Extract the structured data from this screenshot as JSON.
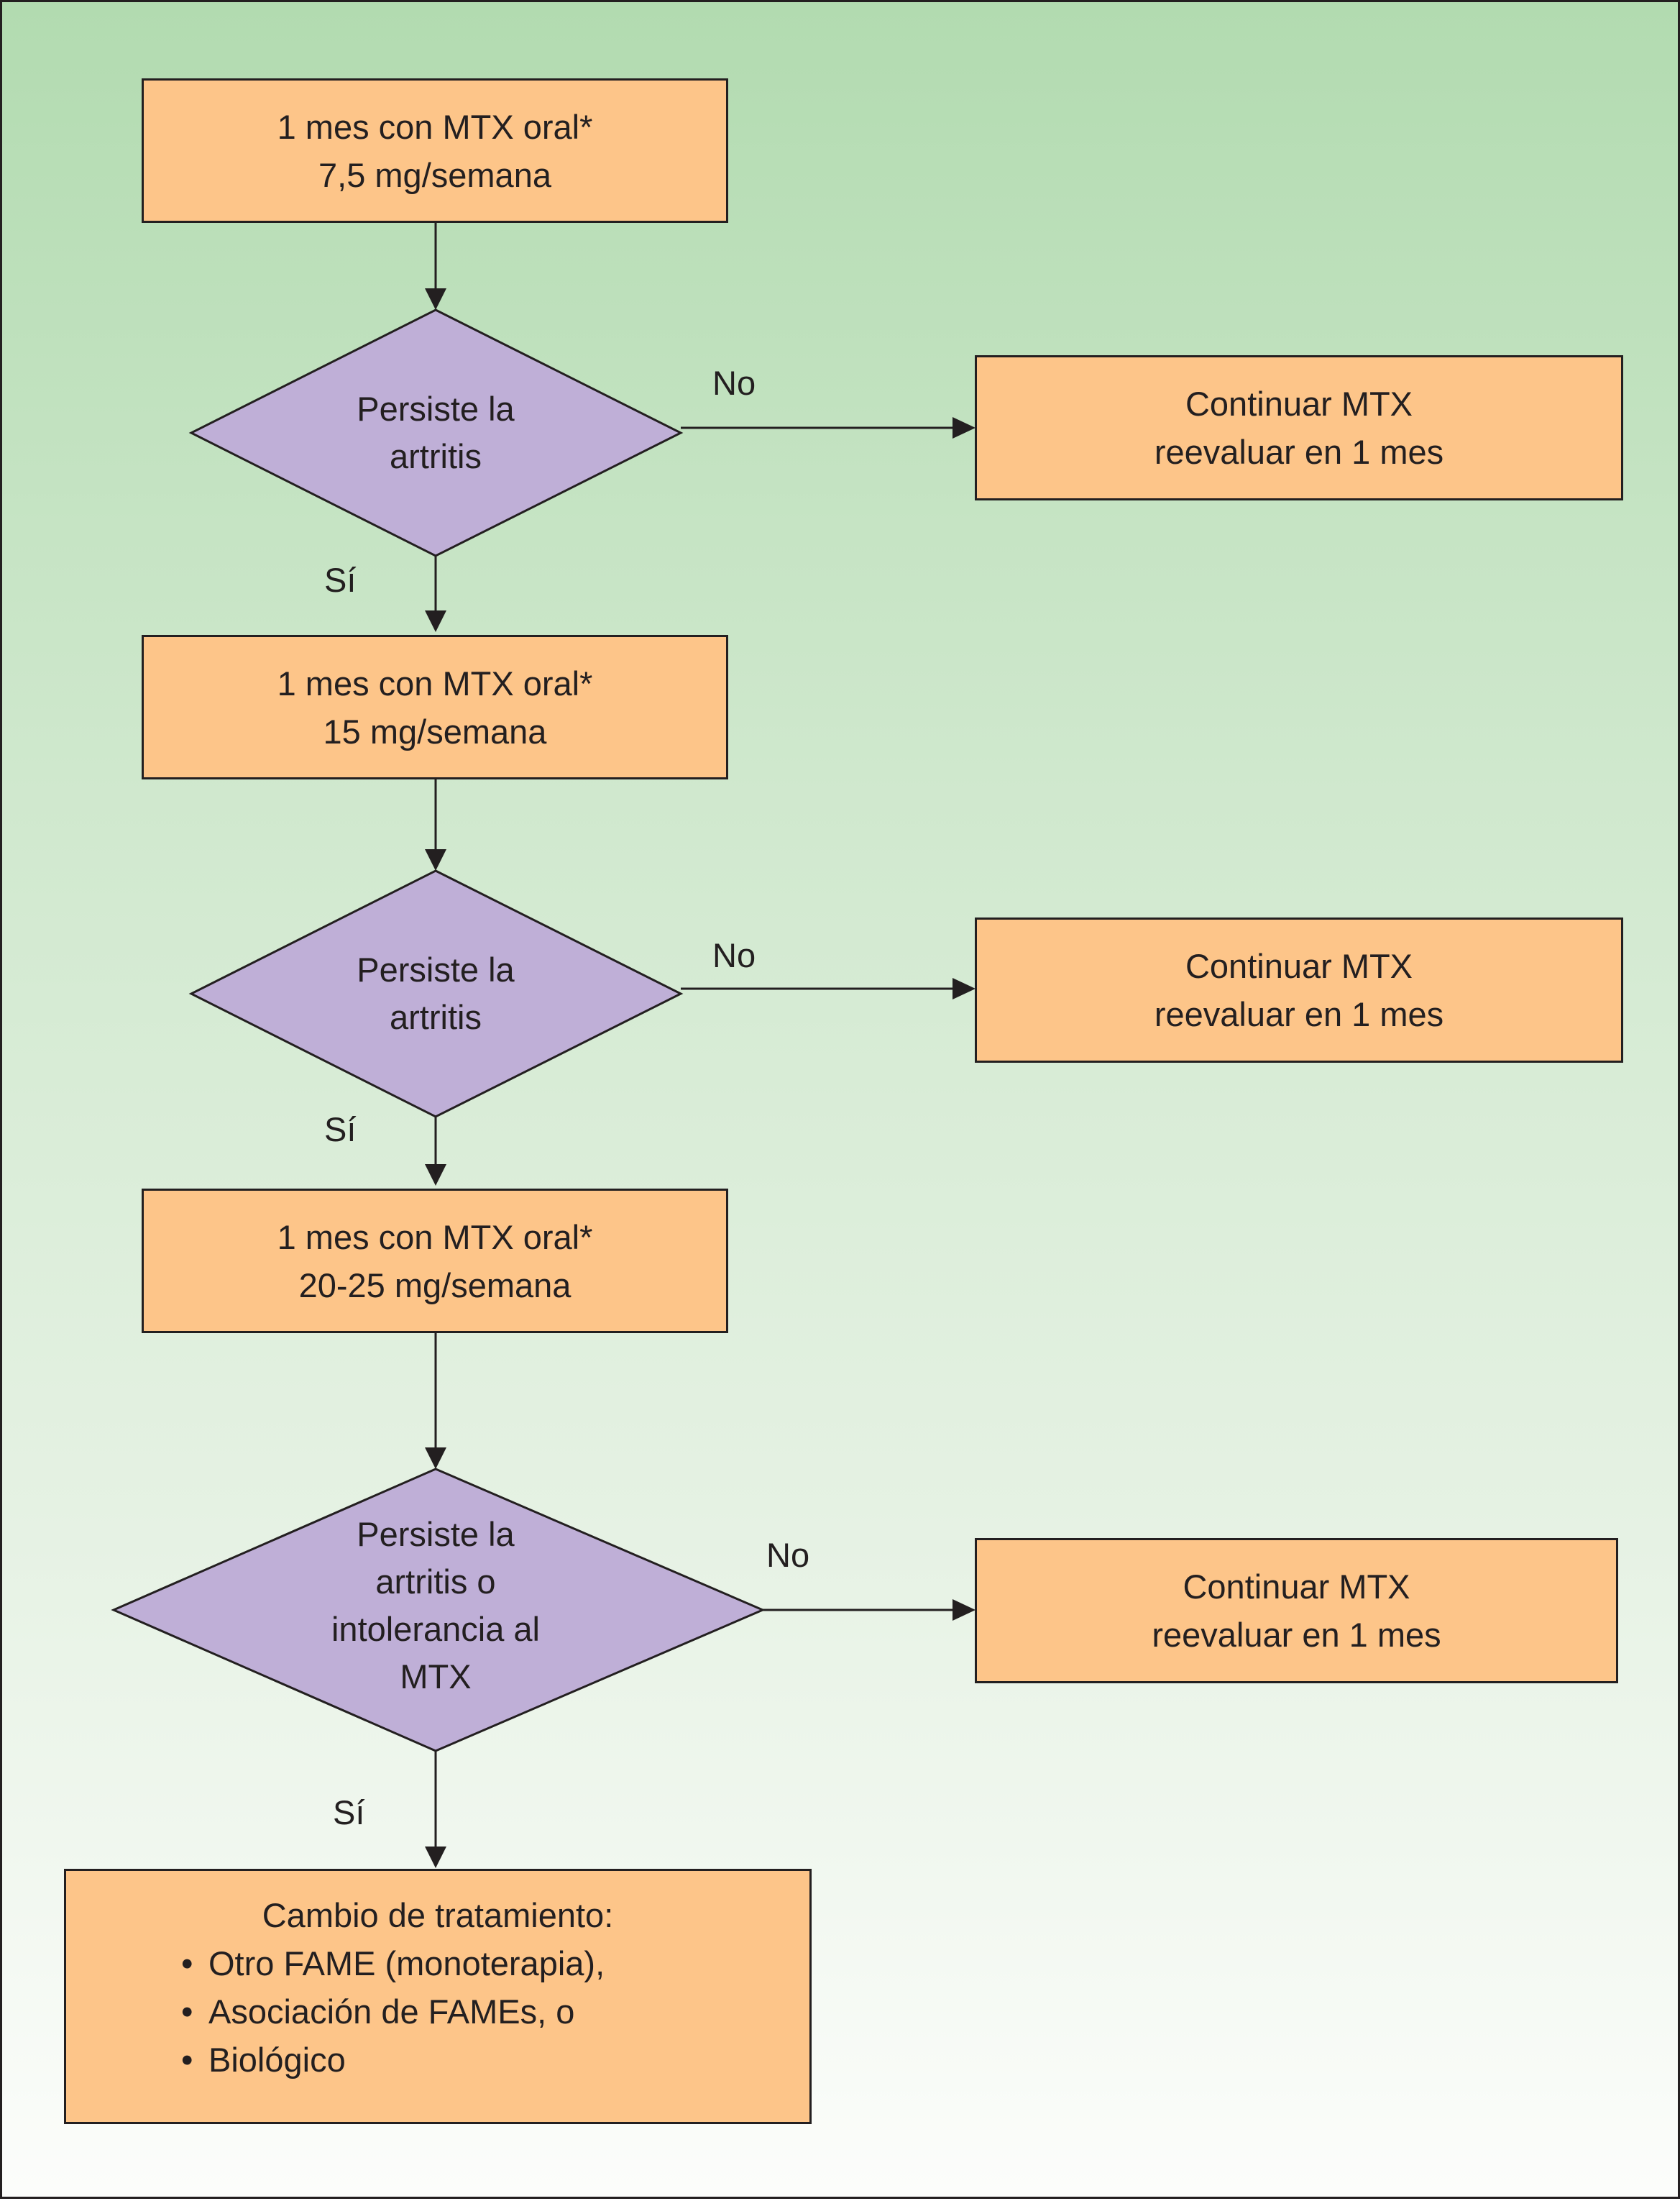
{
  "colors": {
    "box_fill": "#fdc589",
    "decision_fill": "#bfafd7",
    "line": "#231f20",
    "background_top": "#b2dbb0",
    "background_bottom": "#fcfdfb"
  },
  "steps": [
    {
      "line1": "1 mes con MTX oral*",
      "line2": "7,5 mg/semana"
    },
    {
      "line1": "1 mes con MTX oral*",
      "line2": "15 mg/semana"
    },
    {
      "line1": "1 mes con MTX oral*",
      "line2": "20-25 mg/semana"
    }
  ],
  "decisions": [
    {
      "lines": [
        "Persiste la",
        "artritis"
      ]
    },
    {
      "lines": [
        "Persiste la",
        "artritis"
      ]
    },
    {
      "lines": [
        "Persiste la",
        "artritis o",
        "intolerancia al",
        "MTX"
      ]
    }
  ],
  "continue_boxes": [
    {
      "line1": "Continuar MTX",
      "line2": "reevaluar en 1 mes"
    },
    {
      "line1": "Continuar MTX",
      "line2": "reevaluar en 1 mes"
    },
    {
      "line1": "Continuar MTX",
      "line2": "reevaluar en 1 mes"
    }
  ],
  "edge_labels": {
    "no": "No",
    "yes": "Sí"
  },
  "final": {
    "title": "Cambio de tratamiento:",
    "options": [
      "Otro FAME (monoterapia),",
      "Asociación de FAMEs, o",
      "Biológico"
    ]
  }
}
